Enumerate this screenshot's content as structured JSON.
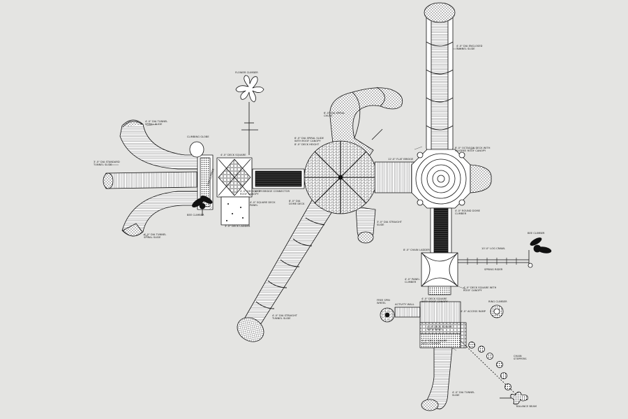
{
  "drawing": {
    "background": "#e4e4e2",
    "line_color": "#111111",
    "fill_color": "#ffffff",
    "labels": {
      "slide_top_right": "4'-0\" DIA ENCLOSED\nTUNNEL SLIDE",
      "slide_left_upper": "4'-0\" DIA TUNNEL\nSPIRAL SLIDE",
      "slide_left_mid": "3'-0\" DIA STANDARD\nTUNNEL SLIDE",
      "slide_left_lower": "4'-0\" DIA TUNNEL\nSPIRAL SLIDE",
      "globe_top": "CLIMBING GLOBE",
      "flower_top": "FLOWER CLIMBER",
      "bee_left": "BEE CLIMBER",
      "deck_left_top": "4'-0\" DECK SQUARE",
      "deck_left_roof": "4'-0\" DECK WITH\nROOF CANOPY",
      "bridge_left": "10'-0\" BRIDGE CONNECTOR",
      "panel_left": "4'-0\" SQUARE DECK\nPANEL",
      "ladder_left": "3'-0\" DECK LADDER",
      "stepper_left": "STEP CLIMBER",
      "spiral_top": "6'-0\" DIA SPIRAL SLIDE\nWITH ROOF CANOPY\n8'-0\" DECK HEIGHT",
      "spiral_top_note": "6'-0\" DIA SPIRAL\nCHUTE",
      "bridge_mid": "12'-0\" FLAT BRIDGE",
      "dome_hub": "8'-0\" DIA\nDOME DECK",
      "dome_slide_label": "3'-0\" DIA STRAIGHT\nSLIDE",
      "long_slide": "4'-0\" DIA STRAIGHT\nTUNNEL SLIDE",
      "octagon_label": "8'-0\" OCTAGON DECK WITH\nFILIGREE ROOF CANOPY",
      "octagon_note": "4'-0\" ROUND DOME\nCLIMBER",
      "chain_bridge": "8'-0\" CHAIN LADDER",
      "chain_deck_label": "4'-0\" DECK SQUARE WITH\nROOF CANOPY",
      "chain_deck_panel": "4'-0\" PANEL\nCLIMBER",
      "right_arm": "10'-0\" LOG CRAWL",
      "bee_right": "BEE CLIMBER",
      "right_rider": "SPRING RIDER",
      "lower_deck_label": "4'-0\" DECK SQUARE\nWITH ROOF CANOPY",
      "lower_deck_b": "4'-0\" DECK SQUARE\nWITH PANEL",
      "lower_deck_c": "3'-0\" DECK SQUARE\nWITH STEPPER",
      "lower_deck_d": "4'-0\" ACCESS RAMP",
      "lower_left_wheel": "FREE SPIN\nWHEEL",
      "lower_left_panel": "ACTIVITY WALL",
      "lower_right_ring": "RING CLIMBER",
      "lower_right_chain": "CHAIN\nSTEPPERS",
      "lower_right_bottom": "BALANCE BEAM",
      "lower_slide": "4'-0\" DIA TUNNEL\nSLIDE"
    }
  }
}
